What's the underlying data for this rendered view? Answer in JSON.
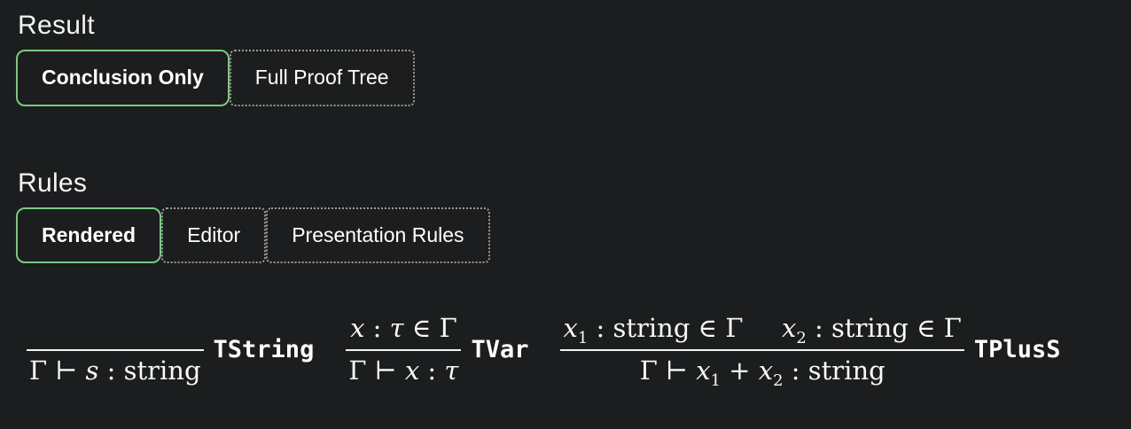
{
  "colors": {
    "background": "#1b1d1e",
    "selected_border": "#7dc882",
    "unselected_border": "#9b9b9b",
    "text": "#f4f5f5"
  },
  "result_section": {
    "title": "Result",
    "options": [
      {
        "label": "Conclusion Only",
        "selected": true
      },
      {
        "label": "Full Proof Tree",
        "selected": false
      }
    ]
  },
  "rules_section": {
    "title": "Rules",
    "options": [
      {
        "label": "Rendered",
        "selected": true
      },
      {
        "label": "Editor",
        "selected": false
      },
      {
        "label": "Presentation Rules",
        "selected": false
      }
    ]
  },
  "inference_rules": [
    {
      "name": "TString",
      "premises": [],
      "conclusion": "Γ ⊢ s : string"
    },
    {
      "name": "TVar",
      "premises": [
        "x : τ ∈ Γ"
      ],
      "conclusion": "Γ ⊢ x : τ"
    },
    {
      "name": "TPlusS",
      "premises": [
        "x_1 : string ∈ Γ",
        "x_2 : string ∈ Γ"
      ],
      "conclusion": "Γ ⊢ x_1 + x_2 : string"
    }
  ]
}
